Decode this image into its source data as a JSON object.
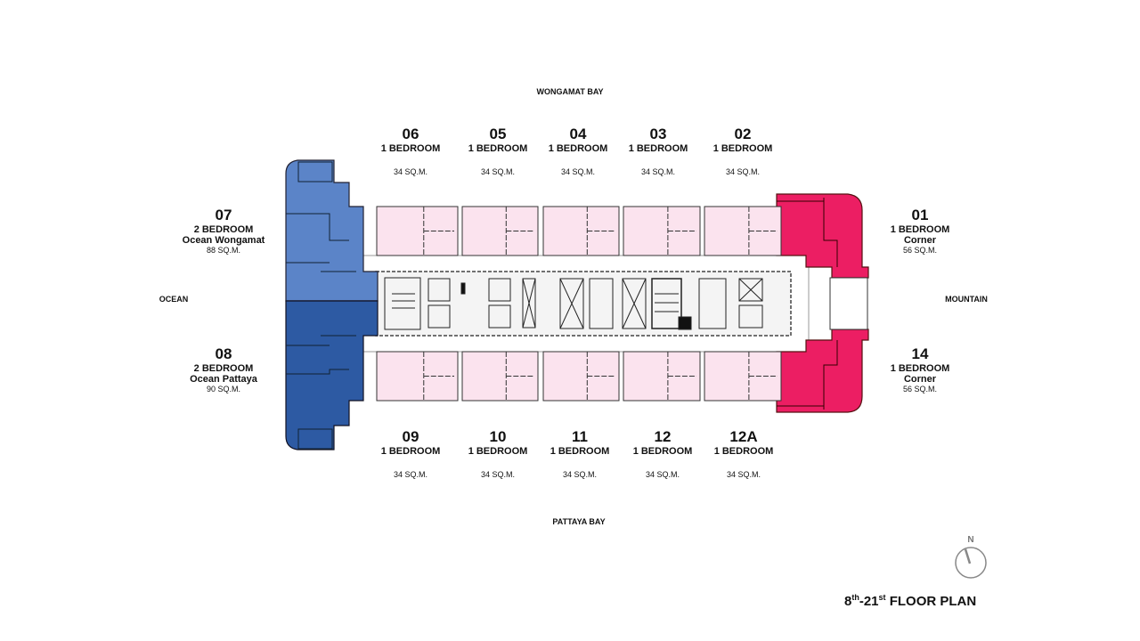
{
  "directions": {
    "north_side": "WONGAMAT BAY",
    "south_side": "PATTAYA BAY",
    "west_side": "OCEAN",
    "east_side": "MOUNTAIN"
  },
  "compass": {
    "label": "N"
  },
  "title": {
    "start": "8",
    "start_sup": "th",
    "sep": "-",
    "end": "21",
    "end_sup": "st",
    "text": "FLOOR PLAN"
  },
  "colors": {
    "unit_1bed": "#fbe3ee",
    "corner": "#ec1e63",
    "ocean_wongamat": "#5b84c8",
    "ocean_pattaya": "#2d5aa3"
  },
  "top_units": [
    {
      "number": "06",
      "type": "1 BEDROOM",
      "area": "34 SQ.M."
    },
    {
      "number": "05",
      "type": "1 BEDROOM",
      "area": "34 SQ.M."
    },
    {
      "number": "04",
      "type": "1 BEDROOM",
      "area": "34 SQ.M."
    },
    {
      "number": "03",
      "type": "1 BEDROOM",
      "area": "34 SQ.M."
    },
    {
      "number": "02",
      "type": "1 BEDROOM",
      "area": "34 SQ.M."
    }
  ],
  "bottom_units": [
    {
      "number": "09",
      "type": "1 BEDROOM",
      "area": "34 SQ.M."
    },
    {
      "number": "10",
      "type": "1 BEDROOM",
      "area": "34 SQ.M."
    },
    {
      "number": "11",
      "type": "1 BEDROOM",
      "area": "34 SQ.M."
    },
    {
      "number": "12",
      "type": "1 BEDROOM",
      "area": "34 SQ.M."
    },
    {
      "number": "12A",
      "type": "1 BEDROOM",
      "area": "34 SQ.M."
    }
  ],
  "left_units": [
    {
      "number": "07",
      "type": "2 BEDROOM",
      "name": "Ocean Wongamat",
      "area": "88 SQ.M."
    },
    {
      "number": "08",
      "type": "2 BEDROOM",
      "name": "Ocean Pattaya",
      "area": "90 SQ.M."
    }
  ],
  "right_units": [
    {
      "number": "01",
      "type": "1 BEDROOM",
      "name": "Corner",
      "area": "56 SQ.M."
    },
    {
      "number": "14",
      "type": "1 BEDROOM",
      "name": "Corner",
      "area": "56 SQ.M."
    }
  ]
}
